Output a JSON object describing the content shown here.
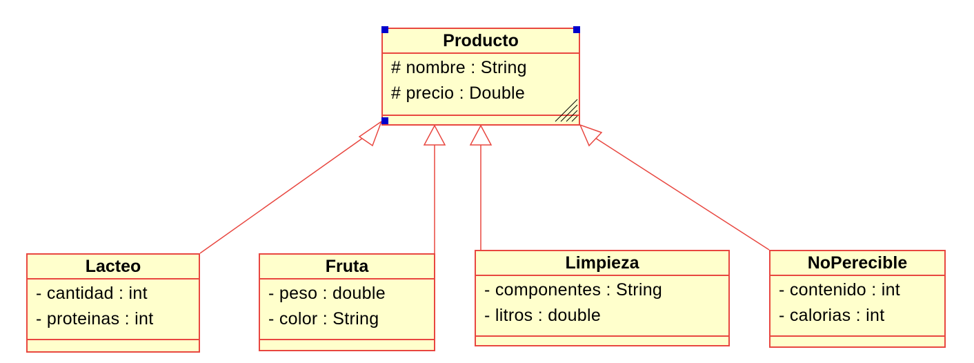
{
  "diagram": {
    "type": "uml-class-diagram",
    "colors": {
      "line": "#e8463f",
      "fill": "#ffffcc",
      "handle": "#0000cc",
      "text": "#000000"
    },
    "classes": [
      {
        "id": "producto",
        "name": "Producto",
        "attributes": [
          "# nombre : String",
          "# precio : Double"
        ]
      },
      {
        "id": "lacteo",
        "name": "Lacteo",
        "attributes": [
          "- cantidad : int",
          "- proteinas : int"
        ]
      },
      {
        "id": "fruta",
        "name": "Fruta",
        "attributes": [
          "- peso : double",
          "- color : String"
        ]
      },
      {
        "id": "limpieza",
        "name": "Limpieza",
        "attributes": [
          "- componentes : String",
          "- litros : double"
        ]
      },
      {
        "id": "noperecible",
        "name": "NoPerecible",
        "attributes": [
          "- contenido : int",
          "- calorias : int"
        ]
      }
    ],
    "relations": [
      {
        "type": "generalization",
        "from": "lacteo",
        "to": "producto"
      },
      {
        "type": "generalization",
        "from": "fruta",
        "to": "producto"
      },
      {
        "type": "generalization",
        "from": "limpieza",
        "to": "producto"
      },
      {
        "type": "generalization",
        "from": "noperecible",
        "to": "producto"
      }
    ]
  }
}
